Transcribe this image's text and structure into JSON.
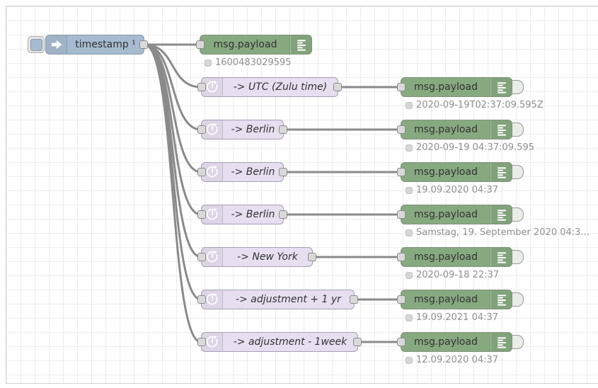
{
  "flow": {
    "inject": {
      "label": "timestamp ¹"
    },
    "top_debug": {
      "label": "msg.payload",
      "status": "1600483029595"
    },
    "rows": [
      {
        "label": "-> UTC (Zulu time)",
        "debug_label": "msg.payload",
        "status": "2020-09-19T02:37:09.595Z"
      },
      {
        "label": "-> Berlin",
        "debug_label": "msg.payload",
        "status": "2020-09-19 04:37:09.595"
      },
      {
        "label": "-> Berlin",
        "debug_label": "msg.payload",
        "status": "19.09.2020 04:37"
      },
      {
        "label": "-> Berlin",
        "debug_label": "msg.payload",
        "status": "Samstag, 19. September 2020 04:3..."
      },
      {
        "label": "-> New York",
        "debug_label": "msg.payload",
        "status": "2020-09-18 22:37"
      },
      {
        "label": "-> adjustment + 1 yr",
        "debug_label": "msg.payload",
        "status": "19.09.2021 04:37"
      },
      {
        "label": "-> adjustment - 1week",
        "debug_label": "msg.payload",
        "status": "12.09.2020 04:37"
      }
    ],
    "colors": {
      "inject_fill": "#a6bbcf",
      "function_fill": "#e7def0",
      "debug_fill": "#87a980",
      "wire": "#8a8a8a",
      "grid": "#ececec",
      "status_text": "#909090"
    }
  }
}
